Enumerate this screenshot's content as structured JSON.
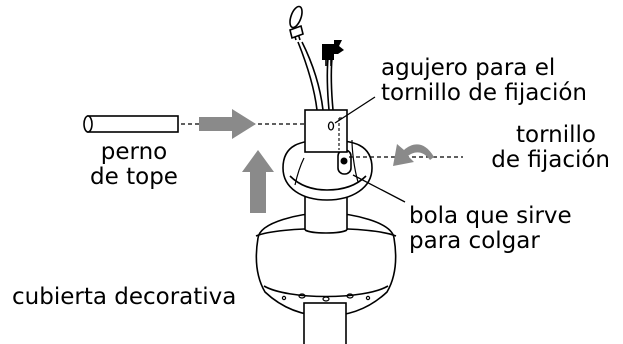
{
  "diagram": {
    "labels": {
      "bolt_hole_line1": "agujero para el",
      "bolt_hole_line2": "tornillo de fijación",
      "set_screw_line1": "tornillo",
      "set_screw_line2": "de fijación",
      "stop_pin_line1": "perno",
      "stop_pin_line2": "de tope",
      "hanger_ball_line1": "bola que sirve",
      "hanger_ball_line2": "para colgar",
      "canopy": "cubierta decorativa"
    },
    "colors": {
      "ink": "#000000",
      "arrow": "#8a8a8a",
      "part_fill": "#ffffff"
    }
  }
}
